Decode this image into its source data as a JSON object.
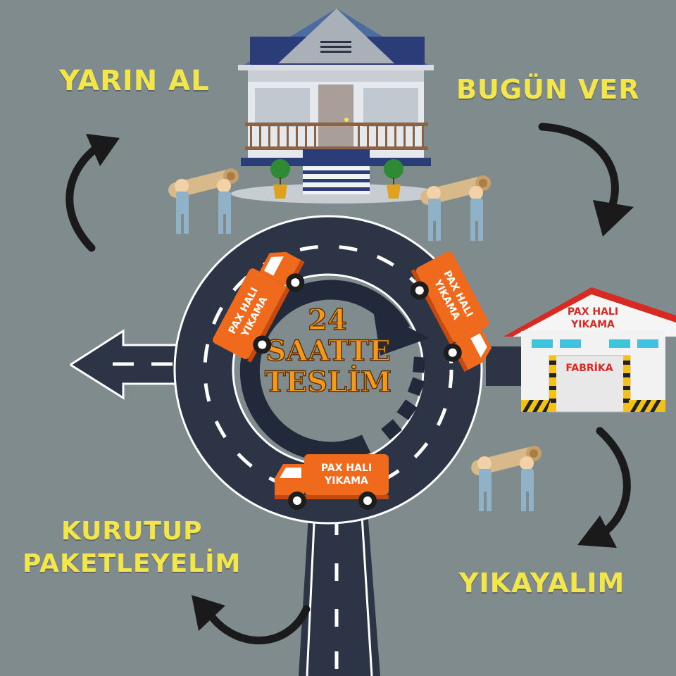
{
  "steps": {
    "pick_up": "YARIN AL",
    "deliver": "BUGÜN VER",
    "dry_line1": "KURUTUP",
    "dry_line2": "PAKETLEYELİM",
    "wash": "YIKAYALIM"
  },
  "center": {
    "line1": "24",
    "line2": "SAATTE",
    "line3": "TESLİM"
  },
  "van": {
    "line1": "PAX HALI",
    "line2": "YIKAMA"
  },
  "factory": {
    "sign_line1": "PAX HALI",
    "sign_line2": "YIKAMA",
    "door_label": "FABRİKA"
  },
  "colors": {
    "background": "#7f8b8c",
    "label_yellow": "#f2e64a",
    "center_orange": "#f39a1e",
    "van_orange": "#ef6a1c",
    "road": "#2c3446"
  }
}
